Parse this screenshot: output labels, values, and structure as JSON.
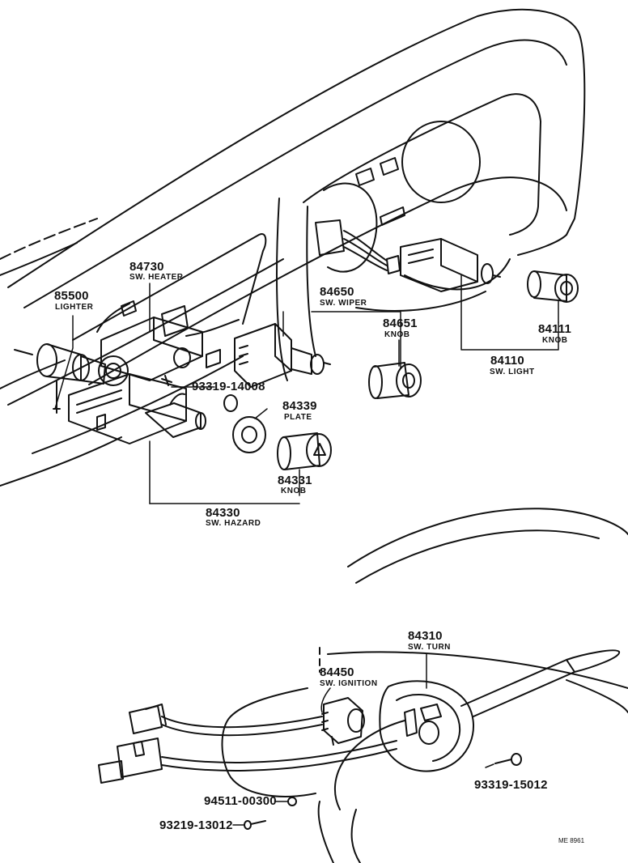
{
  "diagram": {
    "parts": [
      {
        "key": "lighter",
        "number": "85500",
        "desc": "LIGHTER"
      },
      {
        "key": "heater",
        "number": "84730",
        "desc": "SW. HEATER"
      },
      {
        "key": "wiper",
        "number": "84650",
        "desc": "SW. WIPER"
      },
      {
        "key": "knob84651",
        "number": "84651",
        "desc": "KNOB"
      },
      {
        "key": "knob84111",
        "number": "84111",
        "desc": "KNOB"
      },
      {
        "key": "light",
        "number": "84110",
        "desc": "SW. LIGHT"
      },
      {
        "key": "screw14008",
        "number": "93319-14008",
        "desc": ""
      },
      {
        "key": "plate",
        "number": "84339",
        "desc": "PLATE"
      },
      {
        "key": "knob84331",
        "number": "84331",
        "desc": "KNOB"
      },
      {
        "key": "hazard",
        "number": "84330",
        "desc": "SW. HAZARD"
      },
      {
        "key": "turn",
        "number": "84310",
        "desc": "SW.  TURN"
      },
      {
        "key": "ignition",
        "number": "84450",
        "desc": "SW.  IGNITION"
      },
      {
        "key": "screw15012",
        "number": "93319-15012",
        "desc": ""
      },
      {
        "key": "nut",
        "number": "94511-00300",
        "desc": ""
      },
      {
        "key": "screw13012",
        "number": "93219-13012",
        "desc": ""
      }
    ],
    "drawing_code": "ME  8961"
  }
}
